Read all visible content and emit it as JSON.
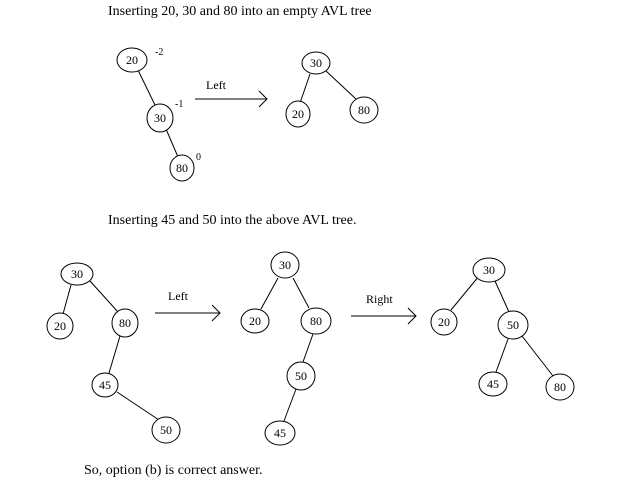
{
  "captions": {
    "caption_1": "Inserting 20, 30 and 80 into an empty AVL tree",
    "caption_2": "Inserting 45 and 50 into the above AVL tree.",
    "conclusion": "So, option (b) is correct answer."
  },
  "rotations": {
    "r1": "Left",
    "r2": "Left",
    "r3": "Right"
  },
  "nodes": {
    "t1": {
      "n20": "20",
      "n30": "30",
      "n80": "80"
    },
    "t1_bf": {
      "n20": "-2",
      "n30": "-1",
      "n80": "0"
    },
    "t2": {
      "n30": "30",
      "n20": "20",
      "n80": "80"
    },
    "t3": {
      "n30": "30",
      "n20": "20",
      "n80": "80",
      "n45": "45",
      "n50": "50"
    },
    "t4": {
      "n30": "30",
      "n20": "20",
      "n80": "80",
      "n50": "50",
      "n45": "45"
    },
    "t5": {
      "n30": "30",
      "n20": "20",
      "n50": "50",
      "n45": "45",
      "n80": "80"
    }
  }
}
